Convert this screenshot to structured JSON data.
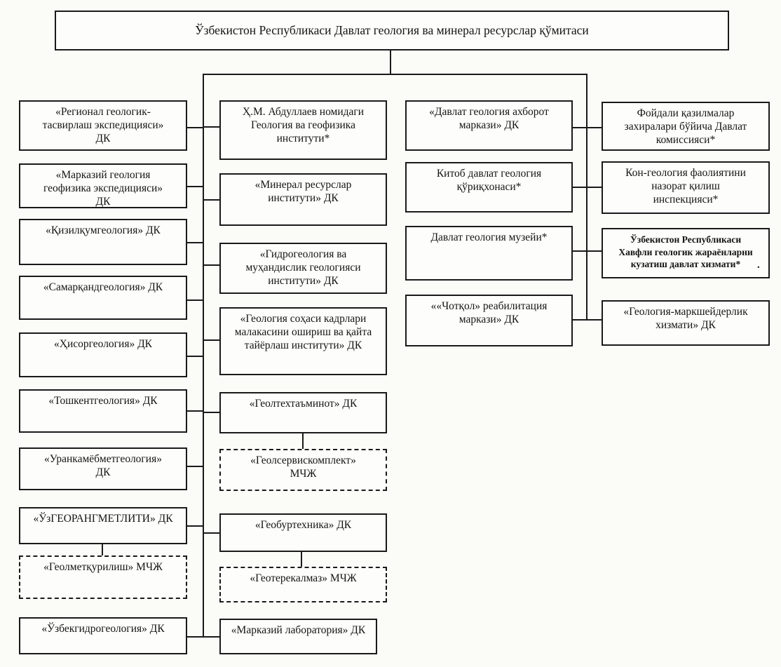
{
  "title": "Ўзбекистон Республикаси Давлат геология ва минерал ресурслар қўмитаси",
  "colors": {
    "line": "#1a1a1a",
    "background": "#fbfbf8",
    "box_background": "#fdfdfb",
    "text": "#141414"
  },
  "columns": {
    "col1": [
      "«Регионал геологик-\nтасвирлаш экспедицияси»\nДК",
      "«Марказий геология\nгеофизика экспедицияси»\nДК",
      "«Қизилқумгеология» ДК",
      "«Самарқандгеология» ДК",
      "«Ҳисоргеология» ДК",
      "«Тошкентгеология» ДК",
      "«Уранкамёбметгеология»\nДК",
      "«ЎзГЕОРАНГМЕТЛИТИ» ДК",
      "«Геолметқурилиш» МЧЖ",
      "«Ўзбекгидрогеология» ДК"
    ],
    "col2": [
      "Ҳ.М. Абдуллаев номидаги\nГеология ва геофизика\nинститути*",
      "«Минерал ресурслар\nинститути» ДК",
      "«Гидрогеология ва\nмуҳандислик геологияси\nинститути» ДК",
      "«Геология соҳаси кадрлари\nмалакасини ошириш ва қайта\nтайёрлаш институти» ДК",
      "«Геолтехтаъминот» ДК",
      "«Геолсервискомплект»\nМЧЖ",
      "«Геобуртехника» ДК",
      "«Геотерекалмаз» МЧЖ",
      "«Марказий лаборатория» ДК"
    ],
    "col3": [
      "«Давлат геология ахборот\nмаркази» ДК",
      "Китоб давлат геология\nқўриқхонаси*",
      "Давлат геология музейи*",
      "««Чотқол» реабилитация\nмаркази» ДК"
    ],
    "col4": [
      "Фойдали қазилмалар\nзахиралари бўйича Давлат\nкомиссияси*",
      "Кон-геология фаолиятини\nназорат қилиш\nинспекцияси*",
      "Ўзбекистон Республикаси\nХавфли геологик жараёнларни\nкузатиш давлат хизмати*",
      "«Геология-маркшейдерлик\nхизмати» ДК"
    ],
    "notes": {
      "stray_mark": "."
    }
  }
}
